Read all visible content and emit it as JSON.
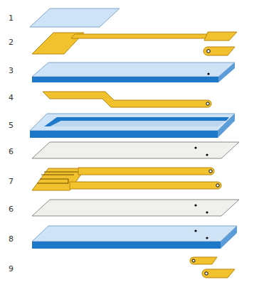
{
  "diagram": {
    "labels": [
      "1",
      "2",
      "3",
      "4",
      "5",
      "6",
      "7",
      "6",
      "8",
      "9"
    ]
  }
}
